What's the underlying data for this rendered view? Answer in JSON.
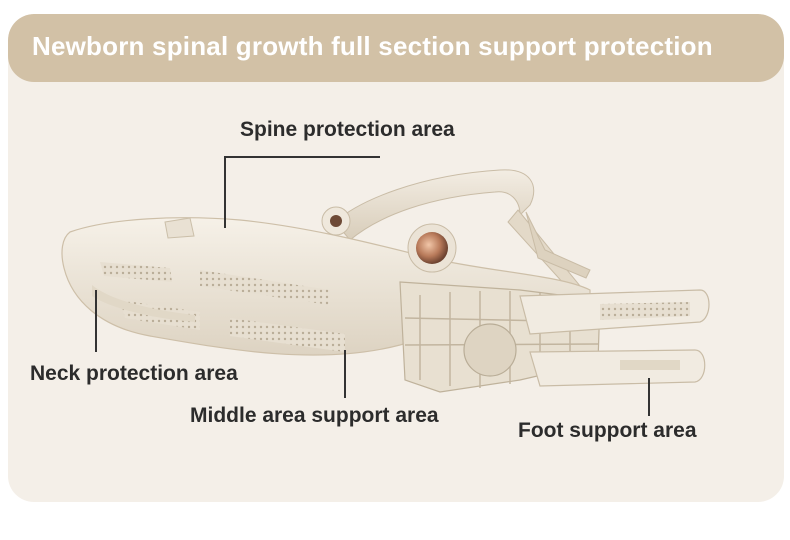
{
  "banner": {
    "title": "Newborn spinal growth full section support protection"
  },
  "callouts": {
    "spine": "Spine protection area",
    "neck": "Neck protection area",
    "middle": "Middle area support area",
    "foot": "Foot support area"
  },
  "colors": {
    "banner": "#d2c1a6",
    "card": "#f4efe8",
    "product_body": "#ede6d9",
    "copper_knob": "#b87a5a"
  }
}
